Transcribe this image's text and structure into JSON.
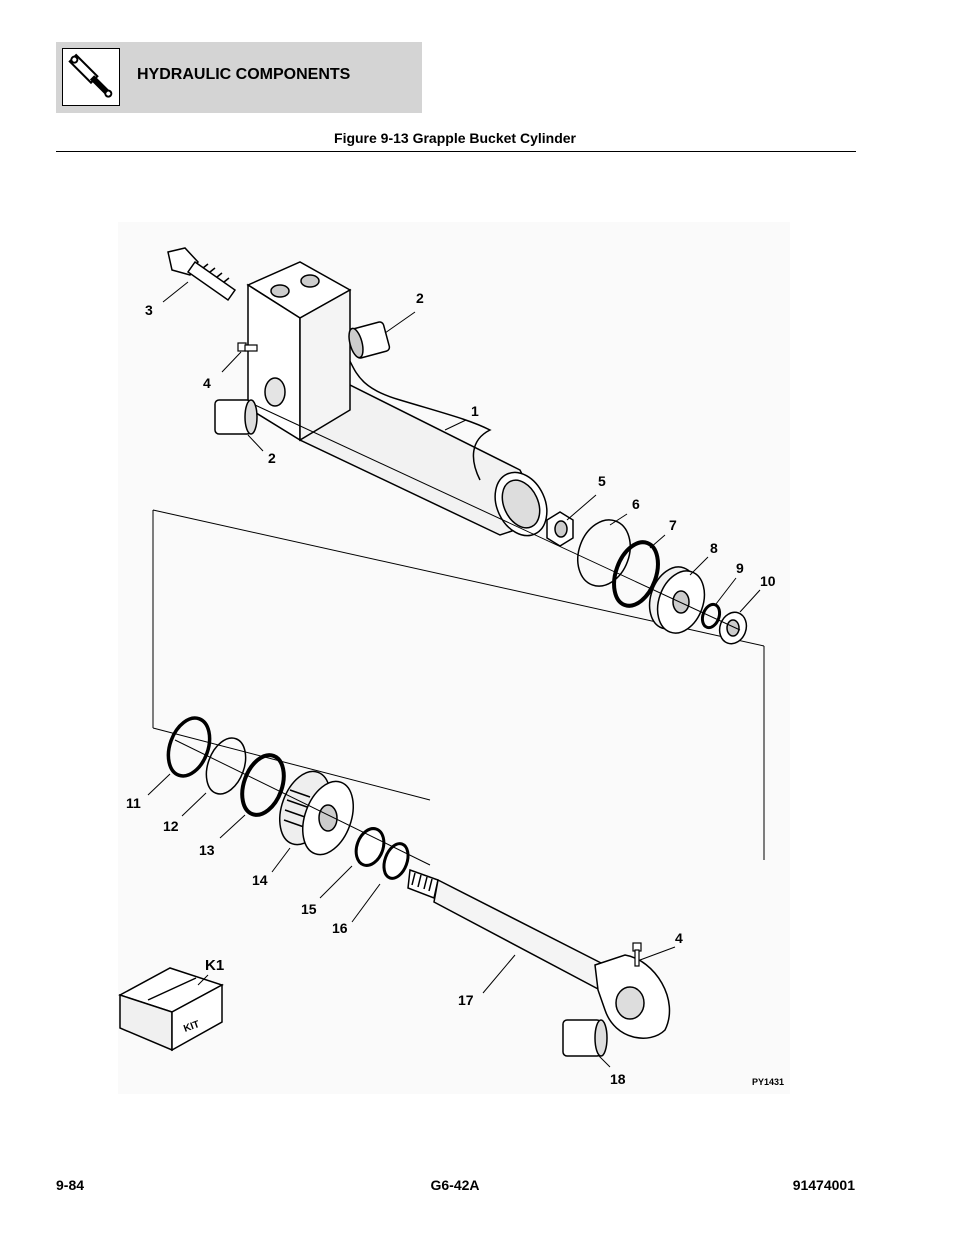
{
  "header": {
    "section_title": "HYDRAULIC COMPONENTS",
    "icon": "hydraulic-cylinder-icon"
  },
  "figure": {
    "title": "Figure 9-13 Grapple Bucket Cylinder",
    "code": "PY1431",
    "kit_label": "K1",
    "kit_box_text": "KIT",
    "callouts": [
      "1",
      "2",
      "2",
      "3",
      "4",
      "4",
      "5",
      "6",
      "7",
      "8",
      "9",
      "10",
      "11",
      "12",
      "13",
      "14",
      "15",
      "16",
      "17",
      "18"
    ]
  },
  "footer": {
    "page_number": "9-84",
    "model": "G6-42A",
    "part_number": "91474001"
  }
}
